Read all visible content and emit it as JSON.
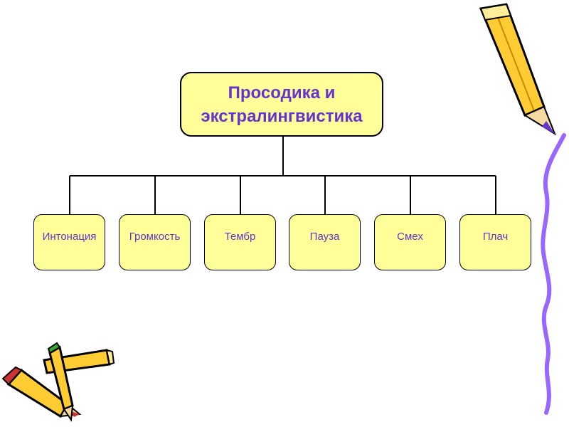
{
  "diagram": {
    "root": {
      "line1": "Просодика и",
      "line2": "экстралингвистика"
    },
    "children": [
      {
        "label": "Интонация"
      },
      {
        "label": "Громкость"
      },
      {
        "label": "Тембр"
      },
      {
        "label": "Пауза"
      },
      {
        "label": "Смех"
      },
      {
        "label": "Плач"
      }
    ]
  },
  "colors": {
    "box_fill": "#ffff99",
    "text": "#6633cc",
    "connector": "#000000",
    "wavy_line": "#9966ff",
    "pencil_body": "#ffcc33"
  },
  "decorations": [
    "pencil-icon",
    "crossed-pencils-icon",
    "wavy-border"
  ]
}
